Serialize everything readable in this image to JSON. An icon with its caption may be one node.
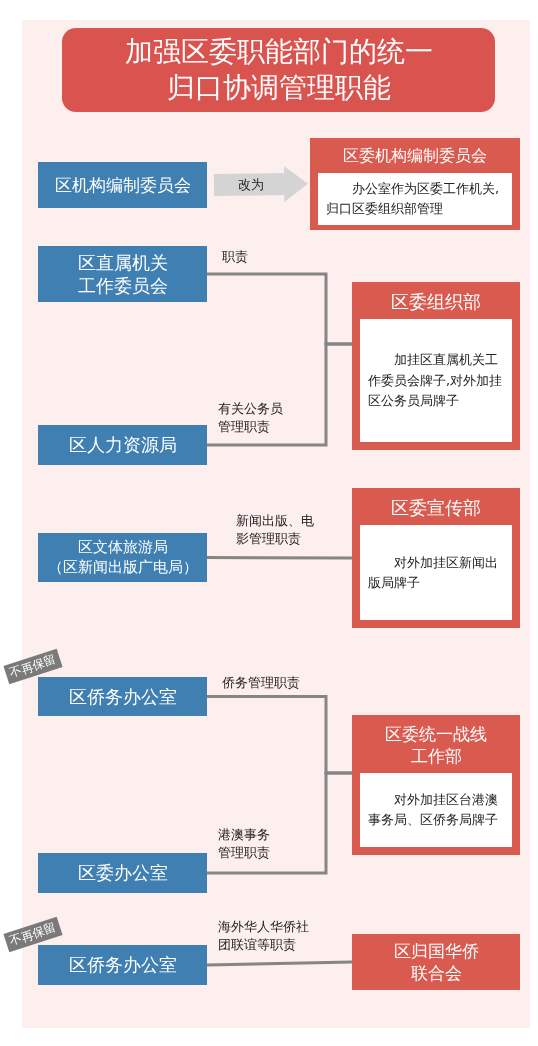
{
  "diagram": {
    "title": "加强区委职能部门的统一归口协调管理职能",
    "nodes": [
      {
        "text": [
          "区机构编制委员会"
        ]
      },
      {
        "text": [
          "区委机构编制委员会",
          "办公室作为区委工作机关,归口区委组织部管理"
        ]
      },
      {
        "text": [
          "区直属机关工作委员会"
        ]
      },
      {
        "text": [
          "区人力资源局"
        ]
      },
      {
        "text": [
          "区委组织部",
          "加挂区直属机关工作委员会牌子,对外加挂区公务员局牌子"
        ]
      },
      {
        "text": [
          "区文体旅游局（区新闻出版广电局）"
        ]
      },
      {
        "text": [
          "区委宣传部",
          "对外加挂区新闻出版局牌子"
        ]
      },
      {
        "text": [
          "区侨务办公室"
        ],
        "beside": [
          "不再保留"
        ]
      },
      {
        "text": [
          "区委统一战线工作部",
          "对外加挂区台港澳事务局、区侨务局牌子"
        ]
      },
      {
        "text": [
          "区委办公室"
        ]
      },
      {
        "text": [
          "区侨务办公室"
        ],
        "beside": [
          "不再保留"
        ]
      },
      {
        "text": [
          "区归国华侨联合会"
        ]
      }
    ],
    "edges": [
      {
        "from": 0,
        "to": 1,
        "arrow": "to",
        "label": "改为",
        "style": "thick",
        "color": "#d4d4d4"
      },
      {
        "from": 2,
        "to": 4,
        "arrow": "none",
        "label": "职责"
      },
      {
        "from": 3,
        "to": 4,
        "arrow": "none",
        "label": "有关公务员管理职责"
      },
      {
        "from": 5,
        "to": 6,
        "arrow": "none",
        "label": "新闻出版、电影管理职责"
      },
      {
        "from": 7,
        "to": 8,
        "arrow": "none",
        "label": "侨务管理职责"
      },
      {
        "from": 9,
        "to": 8,
        "arrow": "none",
        "label": "港澳事务管理职责"
      },
      {
        "from": 10,
        "to": 11,
        "arrow": "none",
        "label": "海外华人华侨社团联谊等职责"
      }
    ]
  }
}
